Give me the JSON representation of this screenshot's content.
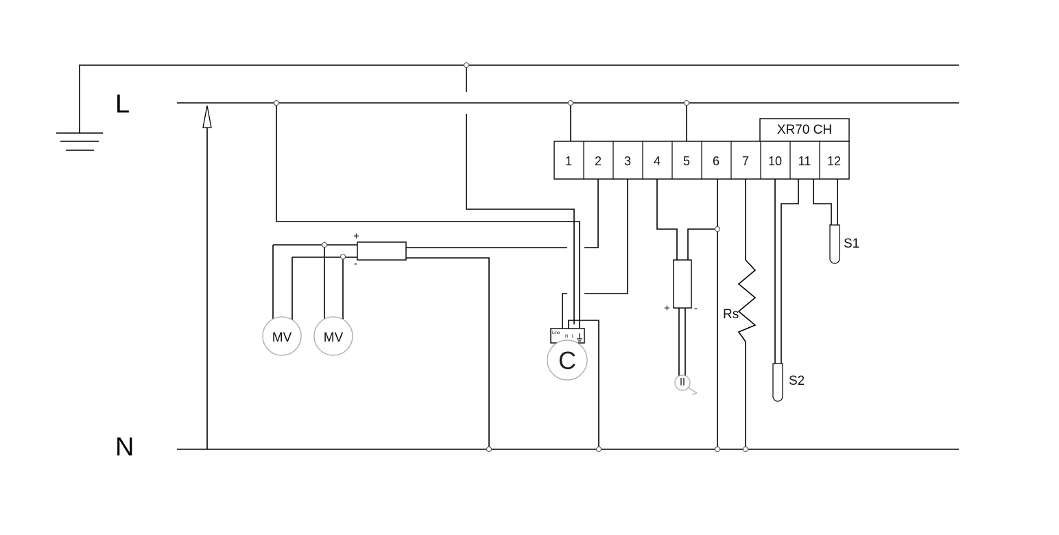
{
  "rails": {
    "line": "L",
    "neutral": "N"
  },
  "controller": {
    "model": "XR70 CH",
    "terminals": [
      "1",
      "2",
      "3",
      "4",
      "5",
      "6",
      "7",
      "10",
      "11",
      "12"
    ]
  },
  "components": {
    "motor_valve_1": "MV",
    "motor_valve_2": "MV",
    "compressor": "C",
    "compressor_terminals": {
      "line": "Line",
      "neutral": "N",
      "phase": "L"
    },
    "heater": "Rs",
    "probe_1": "S1",
    "probe_2": "S2",
    "contactor_plus": "+",
    "contactor_minus": "-",
    "fan_plus": "+",
    "fan_minus": "-"
  },
  "icons": {
    "ground": "ground-icon",
    "fan": "fan-icon",
    "heater": "resistor-zigzag-icon"
  },
  "colors": {
    "wire": "#000000",
    "component_outline": "#a9a9a9"
  }
}
